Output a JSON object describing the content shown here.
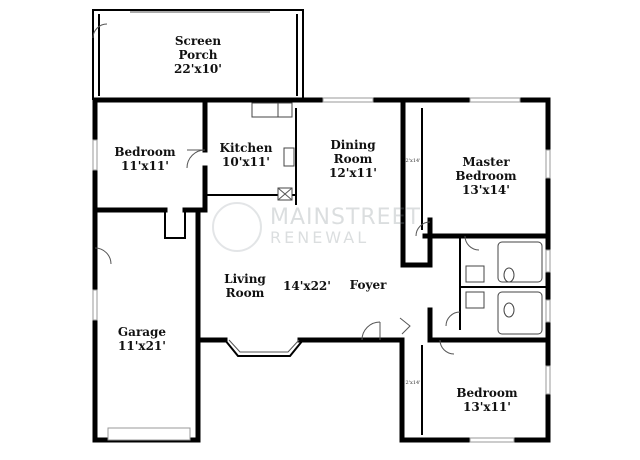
{
  "watermark": {
    "line1": "MAINSTREET",
    "line2": "RENEWAL"
  },
  "rooms": {
    "screen_porch": {
      "name_line1": "Screen",
      "name_line2": "Porch",
      "dims": "22'x10'"
    },
    "bedroom_nw": {
      "name": "Bedroom",
      "dims": "11'x11'"
    },
    "kitchen": {
      "name": "Kitchen",
      "dims": "10'x11'"
    },
    "dining_room": {
      "name_line1": "Dining",
      "name_line2": "Room",
      "dims": "12'x11'"
    },
    "master_bedroom": {
      "name_line1": "Master",
      "name_line2": "Bedroom",
      "dims": "13'x14'"
    },
    "living_room": {
      "name_line1": "Living",
      "name_line2": "Room",
      "dims": "14'x22'"
    },
    "foyer": {
      "name": "Foyer"
    },
    "garage": {
      "name": "Garage",
      "dims": "11'x21'"
    },
    "bedroom_se": {
      "name": "Bedroom",
      "dims": "13'x11'"
    }
  },
  "closet_labels": {
    "master_closet": "2'x14'",
    "bedroom_closet": "2'x14'"
  }
}
